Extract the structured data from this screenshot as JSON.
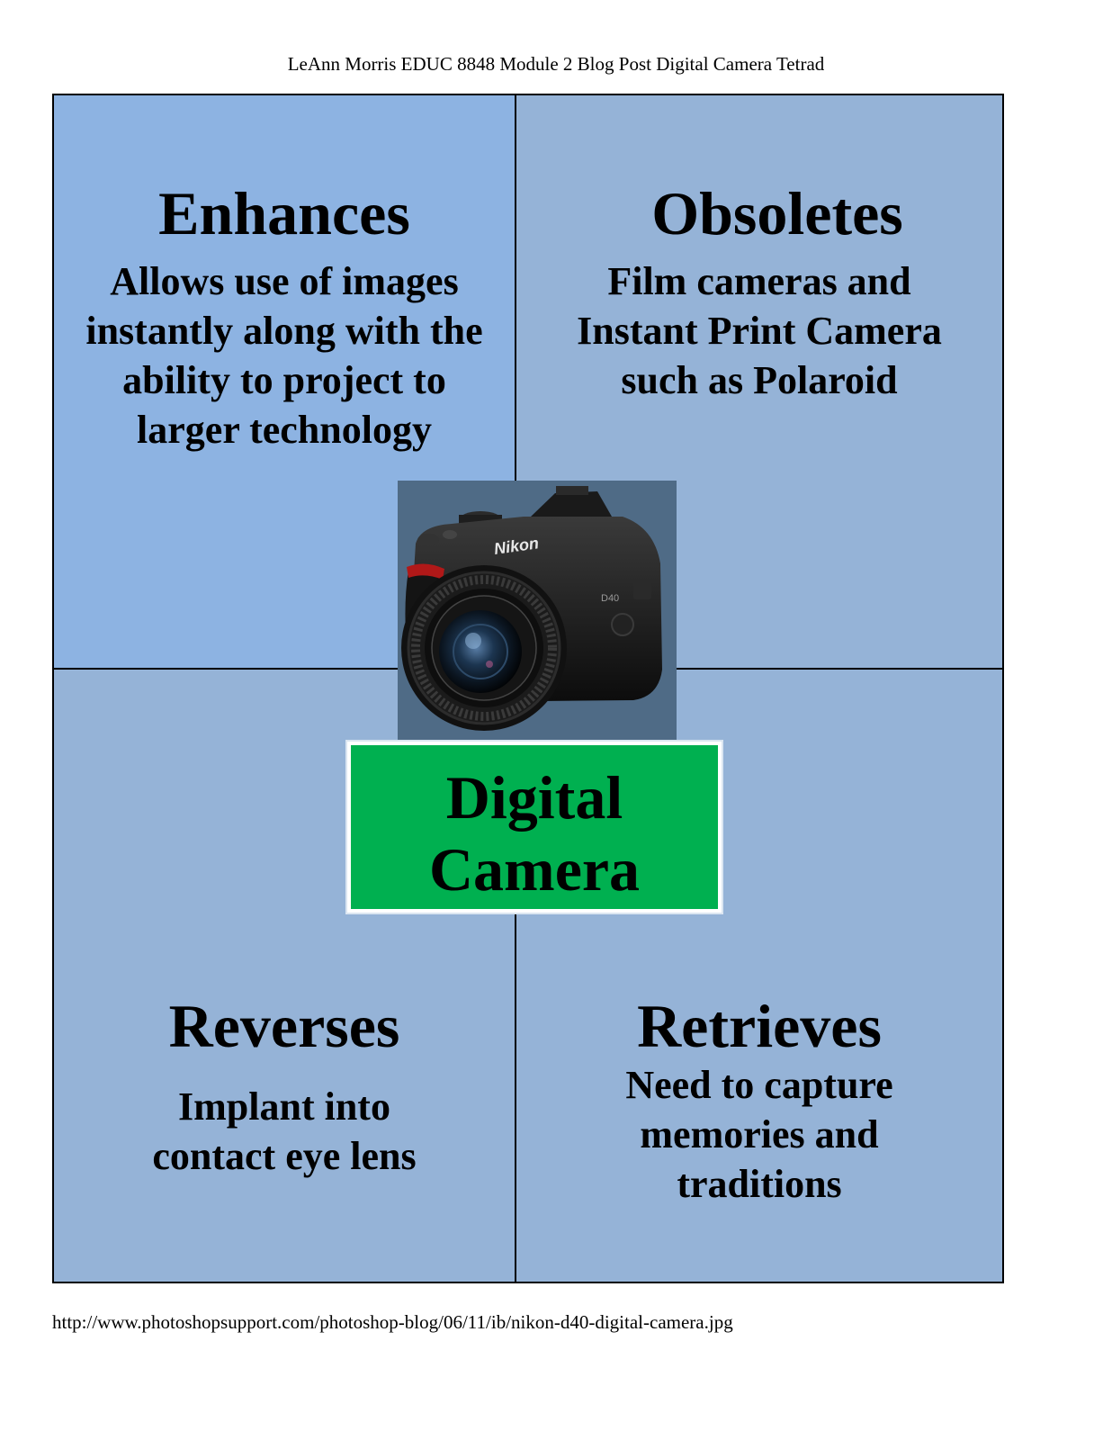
{
  "header": {
    "title": "LeAnn Morris EDUC 8848 Module 2 Blog Post Digital Camera Tetrad"
  },
  "tetrad": {
    "enhances": {
      "title": "Enhances",
      "lines": [
        "Allows use of images",
        "instantly along with the",
        "ability to project to",
        "larger technology"
      ]
    },
    "obsoletes": {
      "title": "Obsoletes",
      "lines": [
        "Film cameras and",
        "Instant Print Camera",
        "such as Polaroid"
      ]
    },
    "reverses": {
      "title": "Reverses",
      "lines": [
        "Implant into",
        "contact eye lens"
      ]
    },
    "retrieves": {
      "title": "Retrieves",
      "lines": [
        "Need to capture",
        "memories and",
        "traditions"
      ]
    },
    "center": {
      "lines": [
        "Digital",
        "Camera"
      ],
      "image_brand_text": "Nikon",
      "image_model_text": "D40"
    }
  },
  "footer": {
    "source_url": "http://www.photoshopsupport.com/photoshop-blog/06/11/ib/nikon-d40-digital-camera.jpg"
  },
  "colors": {
    "quadrant_fill": "#95b3d7",
    "enhances_fill": "#8db3e2",
    "center_fill": "#00b050",
    "photo_background": "#4f6b86",
    "border": "#000000"
  }
}
